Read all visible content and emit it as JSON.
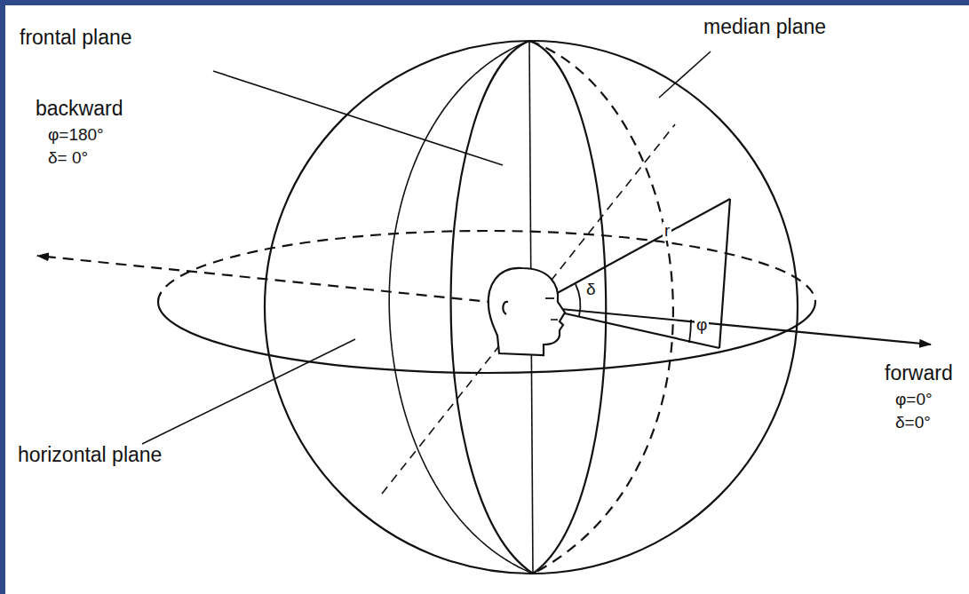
{
  "diagram": {
    "labels": [
      "frontal plane",
      "median plane",
      "backward",
      "φ=180°",
      "δ=  0°",
      "horizontal plane",
      "forward",
      "φ=0°",
      "δ=0°",
      "r",
      "δ",
      "φ"
    ]
  }
}
